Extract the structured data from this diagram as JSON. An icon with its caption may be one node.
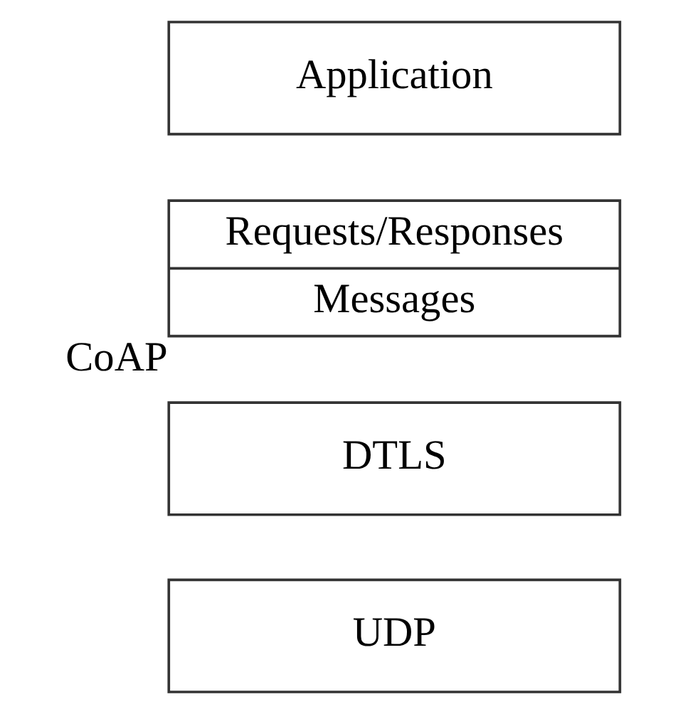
{
  "diagram": {
    "nodes": [
      {
        "text": [
          "Application"
        ]
      },
      {
        "text": [
          "Requests/Responses",
          "Messages"
        ],
        "beside": [
          "CoAP"
        ]
      },
      {
        "text": [
          "DTLS"
        ]
      },
      {
        "text": [
          "UDP"
        ]
      }
    ]
  }
}
